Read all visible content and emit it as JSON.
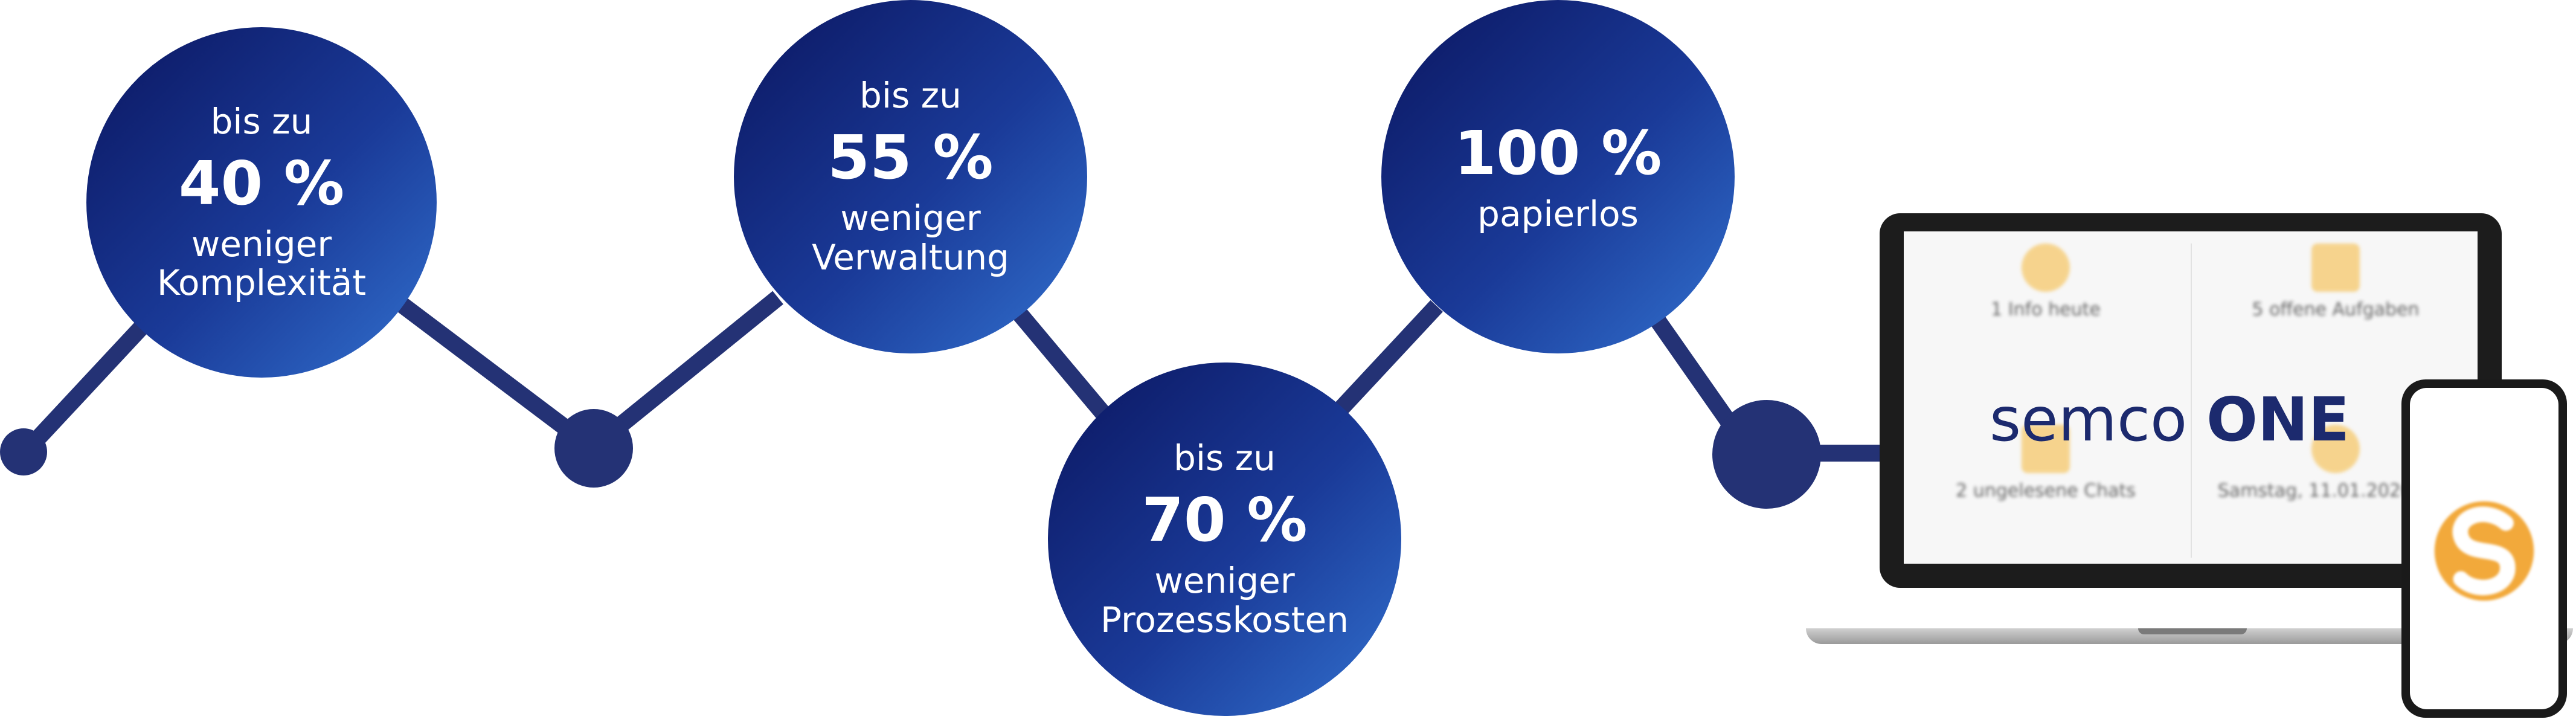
{
  "stats": [
    {
      "prefix": "bis zu",
      "value": "40 %",
      "text": [
        "weniger",
        "Komplexität"
      ]
    },
    {
      "prefix": "bis zu",
      "value": "55 %",
      "text": [
        "weniger",
        "Verwaltung"
      ]
    },
    {
      "prefix": "bis zu",
      "value": "70 %",
      "text": [
        "weniger",
        "Prozesskosten"
      ]
    },
    {
      "prefix": "",
      "value": "100 %",
      "text": [
        "papierlos"
      ]
    }
  ],
  "brand": {
    "light": "semco",
    "bold": "ONE"
  },
  "dashboard": {
    "tiles": [
      {
        "title": "1 Info heute",
        "sub": ""
      },
      {
        "title": "5 offene Aufgaben",
        "sub": ""
      },
      {
        "title": "2 ungelesene Chats",
        "sub": ""
      },
      {
        "title": "Samstag, 11.01.2020, 1…",
        "sub": ""
      }
    ]
  },
  "colors": {
    "circle_dark": "#0b1660",
    "circle_light": "#3271cf",
    "line": "#243275",
    "logo_orange": "#f2a93b",
    "brand_text": "#1c2a6e"
  }
}
